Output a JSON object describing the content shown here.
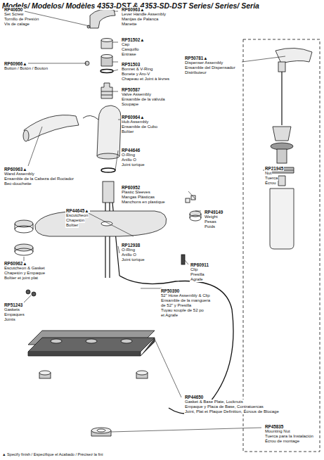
{
  "diagram": {
    "title": "Models/ Modelos/ Modèles 4353-DST & 4353-SD-DST Series/ Series/ Seria",
    "caption": "▲ Specify finish / Especifique el Acabado / Précisez la fini",
    "labels": [
      "RP40650",
      "Set Screw",
      "Tornillo de Presión",
      "Vis de calage",
      "RP60966▲",
      "Button / Botón / Bouton",
      "RP60963▲",
      "Lever Handle Assembly",
      "Manijas de Palanca",
      "Manette",
      "RP51502▲",
      "Cap",
      "Casquillo",
      "Entrase",
      "RP51503",
      "Bonnet & V-Ring",
      "Bonete y Aro-V",
      "Chapeau et Joint à lèvres",
      "RP50587",
      "Valve Assembly",
      "Ensamble de la válvula",
      "Soupape",
      "RP60964▲",
      "Hub Assembly",
      "Ensamble de Cubo",
      "Boîtier",
      "RP60963▲",
      "Wand Assembly",
      "Ensamble de la Cabeza del Rociador",
      "Bec-douchette",
      "RP50781▲",
      "Dispenser Assembly",
      "Ensamble del Dispensador",
      "Distributeur",
      "RP44646",
      "O-Ring",
      "Anillo O",
      "Joint torique",
      "RP60952",
      "Plastic Sleeves",
      "Mangas Plásticas",
      "Manchons en plastique",
      "RP21945",
      "Nut",
      "Tuerca",
      "Écrou",
      "RP44645▲",
      "Escutcheon",
      "Chapetón",
      "Boîtier",
      "RP49149",
      "Weight",
      "Pesas",
      "Poids",
      "RP12938",
      "O-Ring",
      "Anillo O",
      "Joint torique",
      "RP60962▲",
      "Escutcheon & Gasket",
      "Chapetón y Empaque",
      "Boîtier et joint plat",
      "RP60911",
      "Clip",
      "Presilla",
      "Agrafe",
      "RP51243",
      "Gaskets",
      "Empaques",
      "Joints",
      "RP50390",
      "52\" Hose Assembly & Clip",
      "Ensamble de la manguera",
      "de 52\" y Presilla",
      "Tuyau souple de 52 po",
      "et Agrafe",
      "RP44650",
      "Gasket & Base Plate, Locknuts",
      "Empaque y Placa de Base, Contratuercas",
      "Joint, Plat et Plaque Definition, Écrous de Blocage",
      "RP45835",
      "Mounting Nut",
      "Tuerca para la Instalación",
      "Écrou de montage"
    ]
  }
}
